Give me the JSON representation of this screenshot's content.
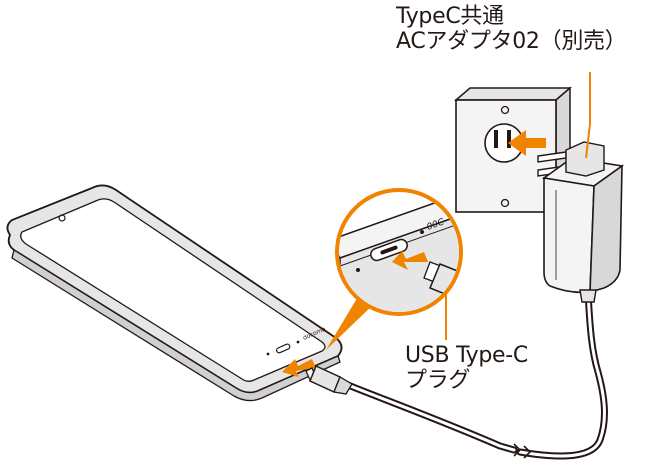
{
  "labels": {
    "adapter_line1": "TypeC共通",
    "adapter_line2": "ACアダプタ02（別売）",
    "plug_line1": "USB Type-C",
    "plug_line2": "プラグ"
  },
  "device": {
    "port_marking": "00C",
    "phone_marking": "docomo"
  },
  "colors": {
    "accent": "#f08300",
    "line": "#231815",
    "fill_light": "#f4f4f4",
    "fill_mid": "#e6e6e6",
    "fill_dark": "#d8d8d8"
  }
}
